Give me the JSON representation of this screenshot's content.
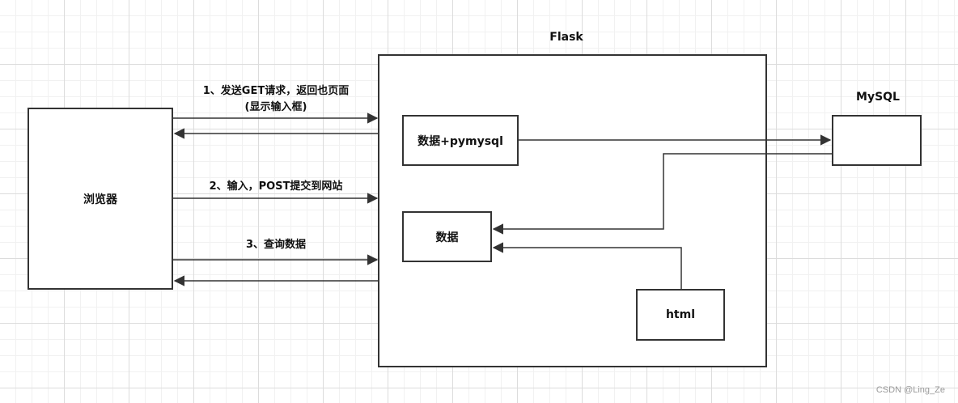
{
  "diagram": {
    "browser": {
      "label": "浏览器"
    },
    "flask": {
      "title": "Flask",
      "data_pymysql": {
        "label": "数据+pymysql"
      },
      "data": {
        "label": "数据"
      },
      "html": {
        "label": "html"
      }
    },
    "mysql": {
      "title": "MySQL"
    },
    "steps": {
      "step1_line1": "1、发送GET请求，返回也页面",
      "step1_line2": "(显示输入框)",
      "step2": "2、输入，POST提交到网站",
      "step3": "3、查询数据"
    }
  },
  "watermark": "CSDN @Ling_Ze",
  "colors": {
    "line": "#333333",
    "background": "#ffffff",
    "grid": "#e6e6e6"
  }
}
